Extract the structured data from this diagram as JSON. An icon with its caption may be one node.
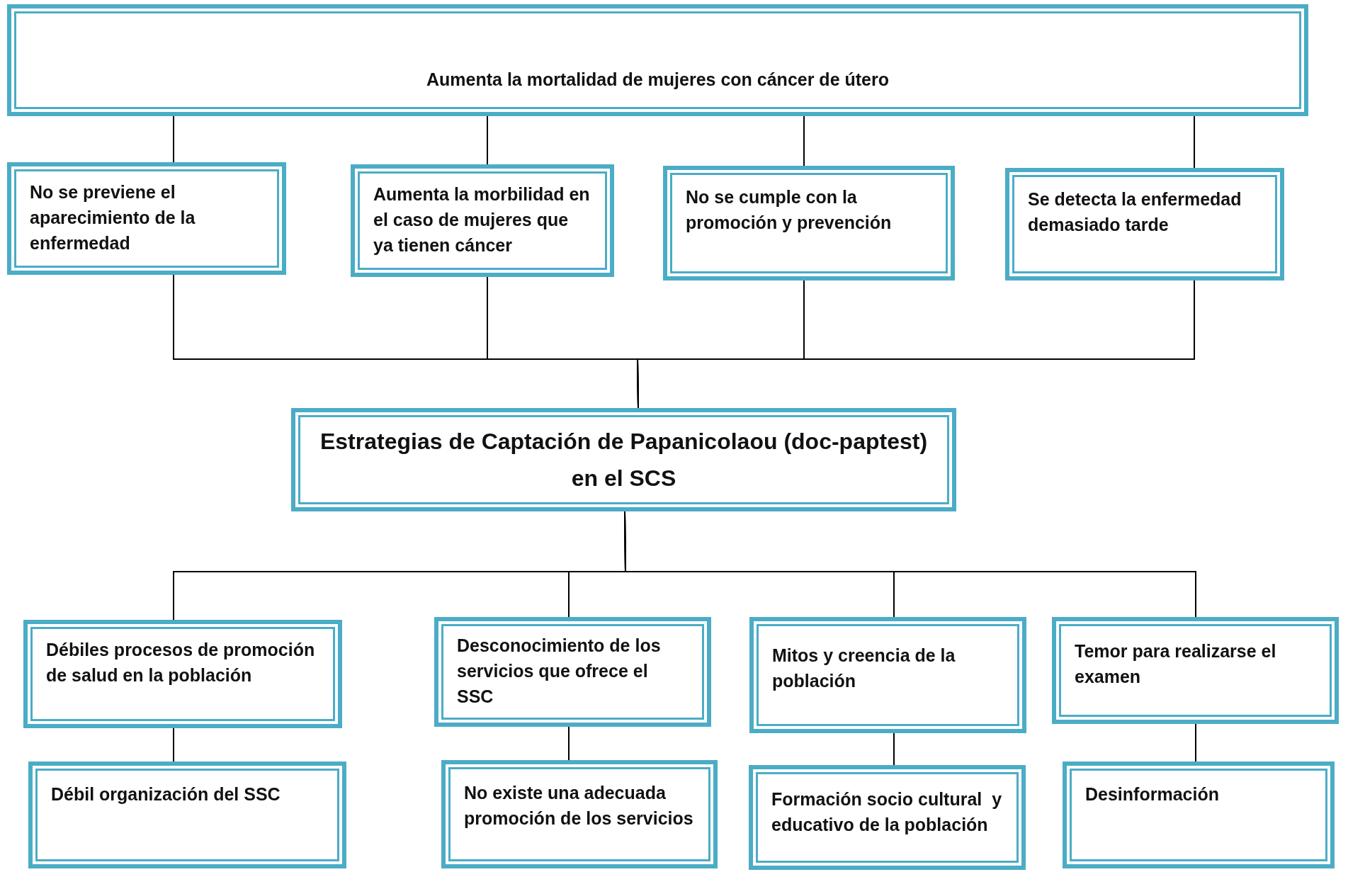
{
  "diagram": {
    "nodes": [
      {
        "text": [
          "Aumenta la mortalidad de mujeres con cáncer de útero"
        ]
      },
      {
        "text": [
          "No se previene el aparecimiento de la enfermedad"
        ]
      },
      {
        "text": [
          "Aumenta la morbilidad en el caso de mujeres que ya tienen cáncer"
        ]
      },
      {
        "text": [
          "No se cumple con la promoción y prevención"
        ]
      },
      {
        "text": [
          "Se detecta la enfermedad demasiado tarde"
        ]
      },
      {
        "text": [
          "Estrategias de Captación de Papanicolaou (doc-paptest) en el SCS"
        ]
      },
      {
        "text": [
          "Débiles procesos de promoción de salud en la población"
        ]
      },
      {
        "text": [
          "Desconocimiento de los servicios que ofrece el SSC"
        ]
      },
      {
        "text": [
          "Mitos y creencia de la población"
        ]
      },
      {
        "text": [
          "Temor para realizarse el examen"
        ]
      },
      {
        "text": [
          "Débil organización del SSC"
        ]
      },
      {
        "text": [
          "No existe una adecuada promoción de los servicios"
        ]
      },
      {
        "text": [
          "Formación socio cultural  y educativo de la población"
        ]
      },
      {
        "text": [
          "Desinformación"
        ]
      }
    ],
    "edges": [
      {
        "from": 0,
        "to": 1,
        "arrow": "none"
      },
      {
        "from": 0,
        "to": 2,
        "arrow": "none"
      },
      {
        "from": 0,
        "to": 3,
        "arrow": "none"
      },
      {
        "from": 0,
        "to": 4,
        "arrow": "none"
      },
      {
        "from": 1,
        "to": 5,
        "arrow": "none"
      },
      {
        "from": 2,
        "to": 5,
        "arrow": "none"
      },
      {
        "from": 3,
        "to": 5,
        "arrow": "none"
      },
      {
        "from": 4,
        "to": 5,
        "arrow": "none"
      },
      {
        "from": 5,
        "to": 6,
        "arrow": "none"
      },
      {
        "from": 5,
        "to": 7,
        "arrow": "none"
      },
      {
        "from": 5,
        "to": 8,
        "arrow": "none"
      },
      {
        "from": 5,
        "to": 9,
        "arrow": "none"
      },
      {
        "from": 6,
        "to": 10,
        "arrow": "none"
      },
      {
        "from": 7,
        "to": 11,
        "arrow": "none"
      },
      {
        "from": 8,
        "to": 12,
        "arrow": "none"
      },
      {
        "from": 9,
        "to": 13,
        "arrow": "none"
      }
    ]
  }
}
